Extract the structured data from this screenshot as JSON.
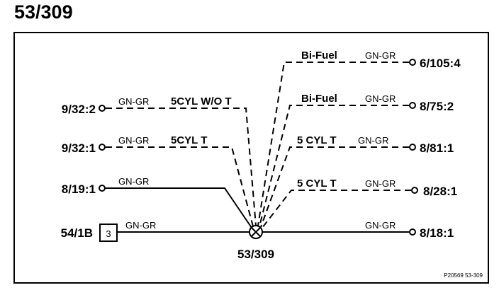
{
  "title": "53/309",
  "splice_label": "53/309",
  "figure_ref": "P20569 53-309",
  "connector_box": "3",
  "left": [
    {
      "pin": "9/32:2",
      "color": "GN-GR",
      "variant": "5CYL W/O T"
    },
    {
      "pin": "9/32:1",
      "color": "GN-GR",
      "variant": "5CYL T"
    },
    {
      "pin": "8/19:1",
      "color": "GN-GR",
      "variant": ""
    },
    {
      "pin": "54/1B",
      "color": "GN-GR",
      "variant": ""
    }
  ],
  "right": [
    {
      "pin": "6/105:4",
      "color": "GN-GR",
      "variant": "Bi-Fuel"
    },
    {
      "pin": "8/75:2",
      "color": "GN-GR",
      "variant": "Bi-Fuel"
    },
    {
      "pin": "8/81:1",
      "color": "GN-GR",
      "variant": "5 CYL T"
    },
    {
      "pin": "8/28:1",
      "color": "GN-GR",
      "variant": "5 CYL T"
    },
    {
      "pin": "8/18:1",
      "color": "GN-GR",
      "variant": ""
    }
  ]
}
